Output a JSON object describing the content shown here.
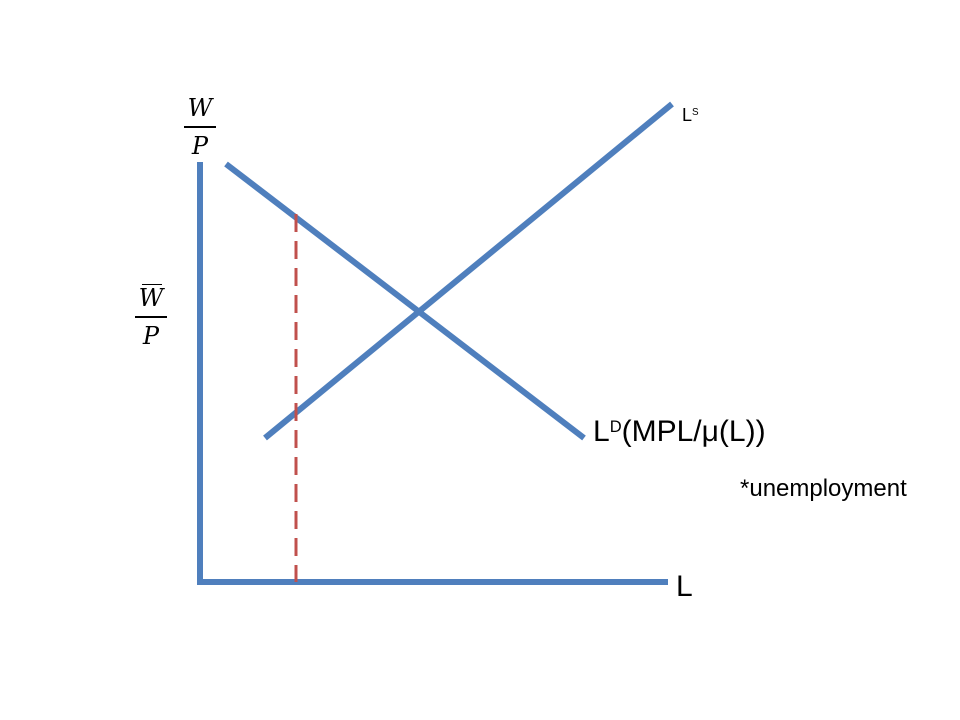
{
  "diagram": {
    "y_axis_label": {
      "numerator": "W",
      "denominator": "P"
    },
    "wage_level_label": {
      "numerator": "W",
      "denominator": "P"
    },
    "x_axis_label": "L",
    "supply_curve_label": {
      "base": "L",
      "sup": "S"
    },
    "demand_curve_label": {
      "base": "L",
      "sup": "D",
      "rest": "(MPL/μ(L))"
    },
    "note": "*unemployment",
    "colors": {
      "curve": "#4f7fbd",
      "dashed": "#c0504d",
      "text": "#000000",
      "background": "#ffffff"
    }
  }
}
